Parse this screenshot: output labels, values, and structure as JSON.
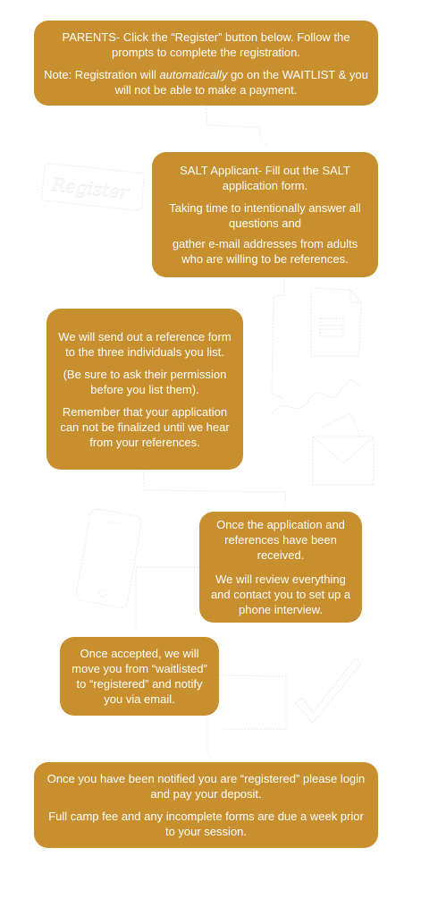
{
  "steps": [
    {
      "p1": "PARENTS- Click the “Register” button below. Follow the prompts to complete the registration.",
      "p2_before": "Note: Registration will ",
      "p2_italic": "automatically",
      "p2_after": " go on the WAITLIST & you will not be able to make a payment."
    },
    {
      "p1": "SALT Applicant- Fill out the SALT application form.",
      "p2": "Taking time to intentionally answer all questions and",
      "p3": "gather e-mail addresses from adults who are willing to be references."
    },
    {
      "p1": "We will send out a reference form to the three individuals you list.",
      "p2": "(Be sure to ask their permission before you list them).",
      "p3": "Remember that your application can not be finalized until we hear from your references."
    },
    {
      "p1": "Once the application and references have been received.",
      "p2": "We will review everything and contact you to set up a phone interview."
    },
    {
      "p1": "Once accepted, we will move you from “waitlisted” to “registered” and notify you via email."
    },
    {
      "p1": "Once you have been notified you are “registered” please login and pay your deposit.",
      "p2": "Full camp fee and any incomplete forms are due a week prior to your session."
    }
  ],
  "register_button_label": "Register",
  "icons": [
    "register-button-icon",
    "document-icon",
    "envelope-icon",
    "phone-icon",
    "checkmark-icon"
  ],
  "colors": {
    "box": "#c88f2f",
    "text": "#ffffff",
    "sketch": "#eeeeee"
  }
}
